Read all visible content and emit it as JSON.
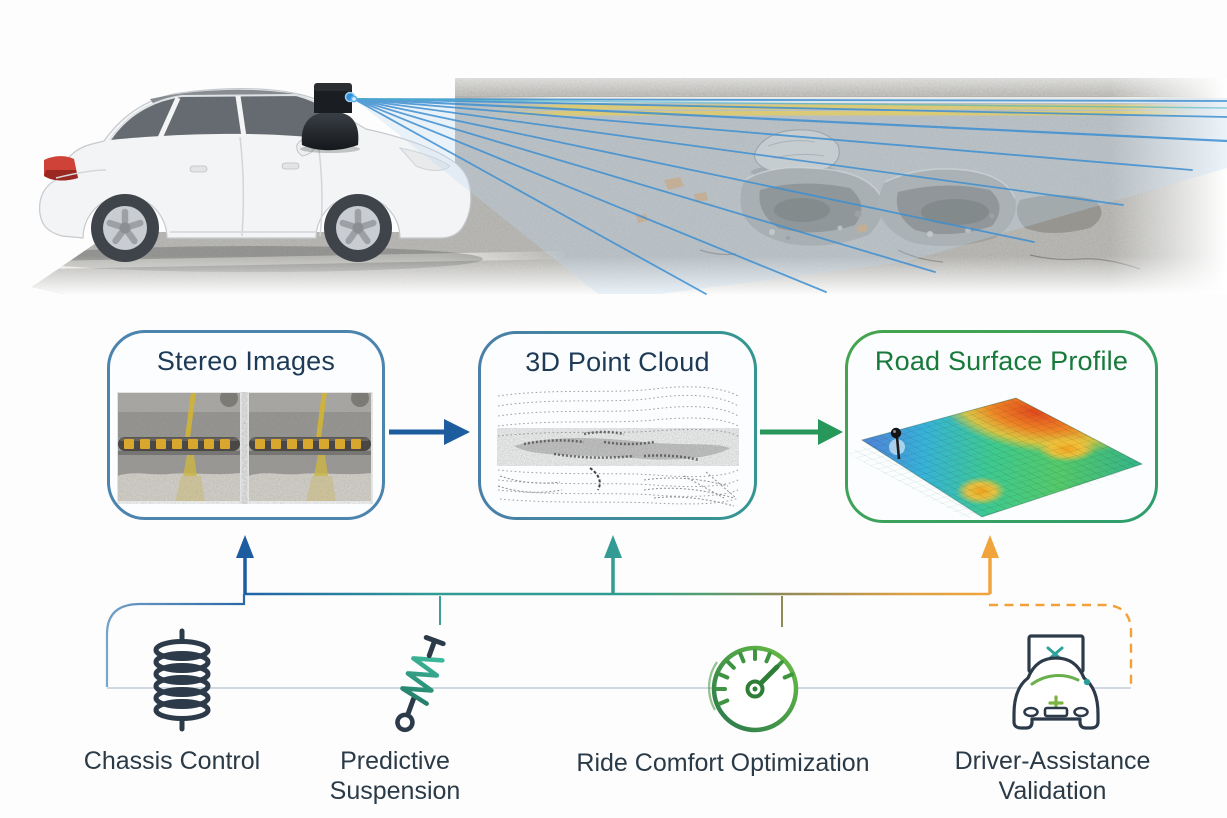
{
  "hero": {
    "elements": [
      "autonomous-car",
      "roof-sensor",
      "sensor-beam-fan",
      "damaged-road",
      "potholes",
      "lane-markings"
    ]
  },
  "pipeline": {
    "boxes": [
      {
        "title": "Stereo Images",
        "content": "stereo-road-photo-pair"
      },
      {
        "title": "3D Point Cloud",
        "content": "grayscale-point-cloud"
      },
      {
        "title": "Road Surface Profile",
        "content": "colored-elevation-surface"
      }
    ]
  },
  "applications": [
    {
      "label": "Chassis Control",
      "icon": "coil-spring-icon"
    },
    {
      "label": "Predictive Suspension",
      "icon": "shock-absorber-icon"
    },
    {
      "label": "Ride Comfort Optimization",
      "icon": "speedometer-icon"
    },
    {
      "label": "Driver-Assistance Validation",
      "icon": "car-check-icon"
    }
  ],
  "colors": {
    "arrow_blue": "#1d5c9e",
    "arrow_green": "#27985a",
    "arrow_teal": "#319b94",
    "arrow_orange": "#f2a43c",
    "title_navy": "#1d3a57",
    "title_green": "#177a3a",
    "label_dark": "#2b3a47",
    "box1_border": "#4c84ae",
    "box3_border": "#46a54c"
  }
}
